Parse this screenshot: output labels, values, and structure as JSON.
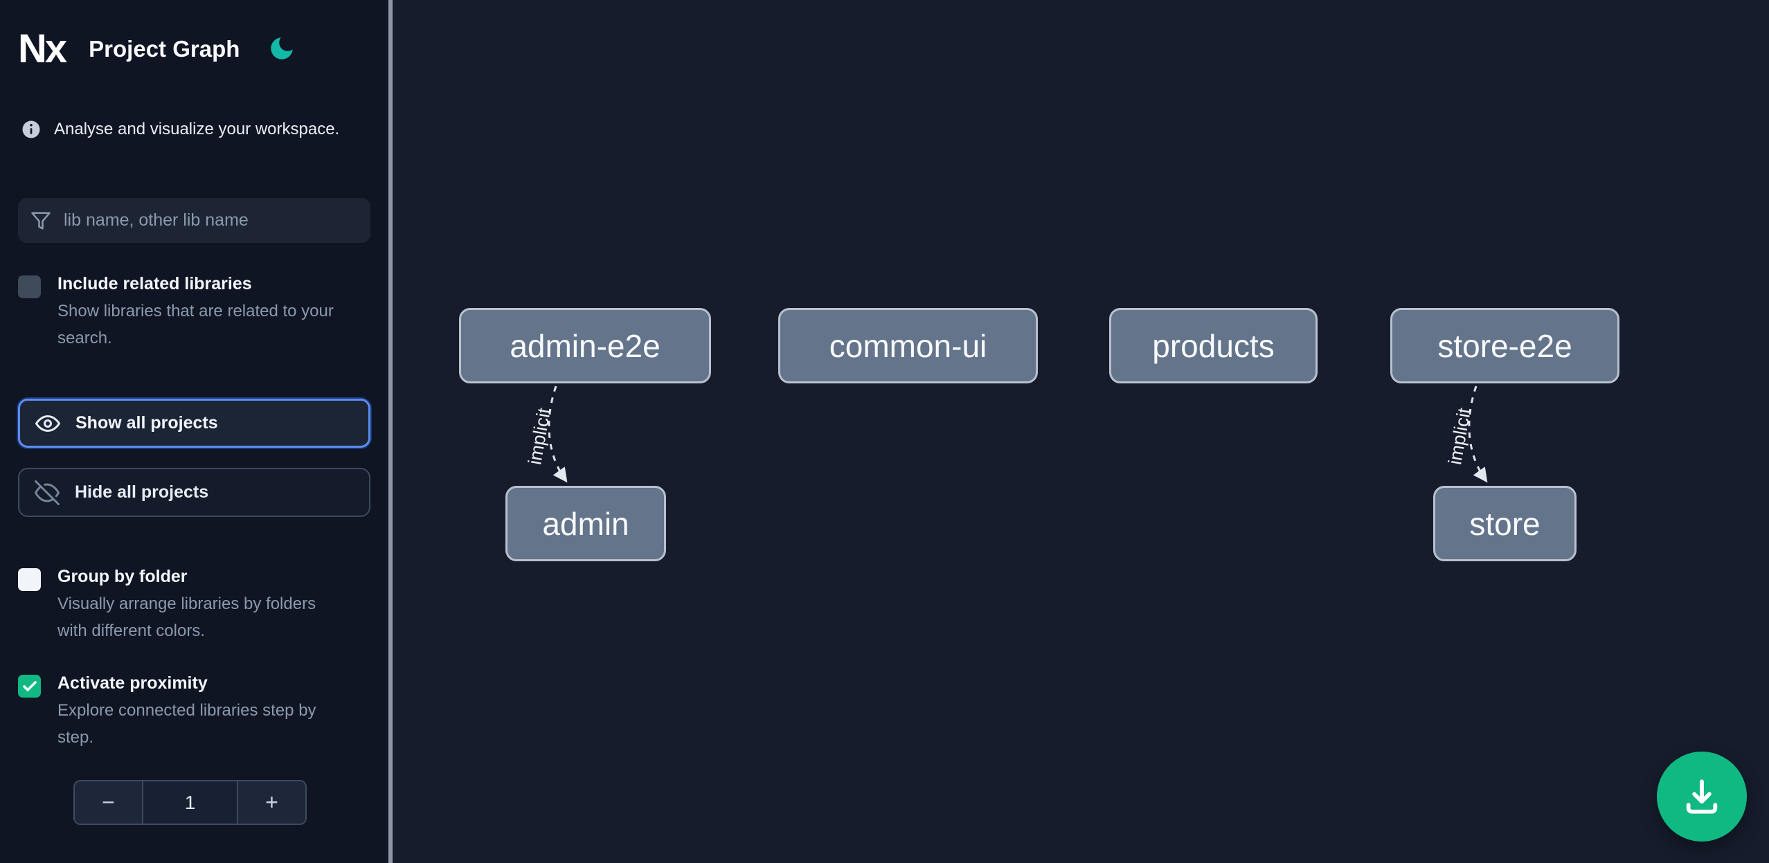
{
  "header": {
    "logo_text": "Nx",
    "title": "Project Graph"
  },
  "sidebar": {
    "info_text": "Analyse and visualize your workspace.",
    "search": {
      "placeholder": "lib name, other lib name"
    },
    "include_related": {
      "label": "Include related libraries",
      "description": "Show libraries that are related to your search.",
      "checked": false
    },
    "buttons": {
      "show_all": "Show all projects",
      "hide_all": "Hide all projects"
    },
    "group_by_folder": {
      "label": "Group by folder",
      "description": "Visually arrange libraries by folders with different colors.",
      "checked": false
    },
    "activate_proximity": {
      "label": "Activate proximity",
      "description": "Explore connected libraries step by step.",
      "checked": true
    },
    "proximity_stepper": {
      "decrement_label": "−",
      "value": "1",
      "increment_label": "+"
    }
  },
  "graph": {
    "nodes": [
      {
        "id": "admin-e2e",
        "label": "admin-e2e"
      },
      {
        "id": "common-ui",
        "label": "common-ui"
      },
      {
        "id": "products",
        "label": "products"
      },
      {
        "id": "store-e2e",
        "label": "store-e2e"
      },
      {
        "id": "admin",
        "label": "admin"
      },
      {
        "id": "store",
        "label": "store"
      }
    ],
    "edges": [
      {
        "from": "admin-e2e",
        "to": "admin",
        "label": "implicit",
        "style": "dashed"
      },
      {
        "from": "store-e2e",
        "to": "store",
        "label": "implicit",
        "style": "dashed"
      }
    ]
  },
  "fab": {
    "icon": "download-icon"
  },
  "icons": {
    "theme_icon": "moon",
    "info_icon": "info-circle",
    "search_icon": "funnel-filter",
    "show_icon": "eye",
    "hide_icon": "eye-off",
    "check_icon": "checkmark",
    "fab_icon": "download"
  },
  "colors": {
    "sidebar_bg": "#0f1523",
    "canvas_bg": "#161c2c",
    "accent_teal": "#14b8a6",
    "fab_green": "#10b981",
    "focus_ring_blue": "#5b8def",
    "node_fill": "#64748b",
    "node_border": "#b8c1ce"
  }
}
